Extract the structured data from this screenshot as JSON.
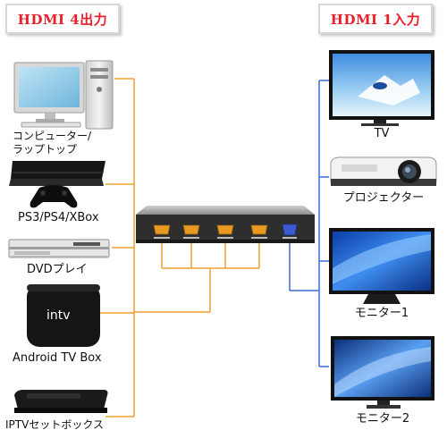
{
  "headers": {
    "output_title": "HDMI 4出力",
    "input_title": "HDMI 1入力"
  },
  "sources": [
    {
      "id": "computer",
      "label_line1": "コンピューター/",
      "label_line2": "ラップトップ",
      "icon": "computer-icon"
    },
    {
      "id": "console",
      "label": "PS3/PS4/XBox",
      "icon": "game-console-icon"
    },
    {
      "id": "dvd",
      "label": "DVDプレイ",
      "icon": "dvd-player-icon"
    },
    {
      "id": "androidtv",
      "label": "Android TV Box",
      "screen_text": "intv",
      "icon": "android-tv-box-icon"
    },
    {
      "id": "iptv",
      "label": "IPTVセットボックス",
      "icon": "iptv-box-icon"
    }
  ],
  "displays": [
    {
      "id": "tv",
      "label": "TV",
      "icon": "tv-icon"
    },
    {
      "id": "projector",
      "label": "プロジェクター",
      "icon": "projector-icon"
    },
    {
      "id": "monitor1",
      "label": "モニター1",
      "icon": "monitor-icon"
    },
    {
      "id": "monitor2",
      "label": "モニター2",
      "icon": "monitor-icon"
    }
  ],
  "switch": {
    "icon": "hdmi-switch-icon",
    "port_count": 5
  },
  "colors": {
    "header_text": "#e8202a",
    "orange_line": "#f0a030",
    "blue_line": "#3a6bd8",
    "device_dark": "#1c1c1c",
    "switch_body": "#2e2e2e",
    "hdmi_port": "#e89a20",
    "vga_port": "#3a5bd0"
  }
}
